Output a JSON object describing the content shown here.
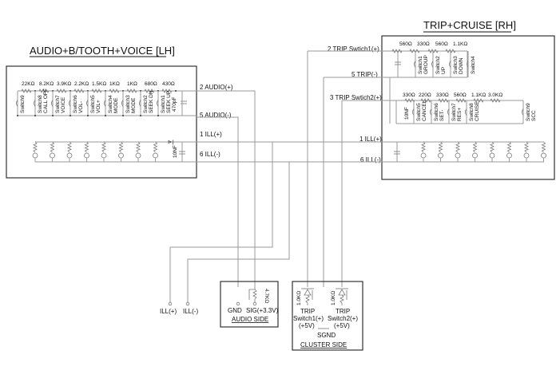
{
  "left_module": {
    "title": "AUDIO+B/TOOTH+VOICE [LH]",
    "resistors": [
      "22KΩ",
      "8.2KΩ",
      "3.9KΩ",
      "2.2KΩ",
      "1.5KΩ",
      "1KΩ",
      "1KΩ",
      "680Ω",
      "430Ω"
    ],
    "switches": [
      {
        "name": "Switch9",
        "func": ""
      },
      {
        "name": "Switch8",
        "func": "CALL OFF"
      },
      {
        "name": "Switch7",
        "func": "VOICE"
      },
      {
        "name": "Switch6",
        "func": "VOL-"
      },
      {
        "name": "Switch5",
        "func": "VOL+"
      },
      {
        "name": "Switch4",
        "func": "MODE"
      },
      {
        "name": "Switch3",
        "func": "MODE"
      },
      {
        "name": "Switch2",
        "func": "SEEK DN"
      },
      {
        "name": "Switch1",
        "func": "SEEK UP"
      }
    ],
    "capacitor_top": "470pF",
    "capacitor_bottom": "10NF",
    "pins": [
      "2 AUDIO(+)",
      "5 AUDIO(-)",
      "1 ILL(+)",
      "6 ILL(-)"
    ]
  },
  "right_module": {
    "title": "TRIP+CRUISE [RH]",
    "top_resistors": [
      "560Ω",
      "330Ω",
      "560Ω",
      "1.1KΩ"
    ],
    "top_switches": [
      {
        "name": "Switch1",
        "func": "GROUP"
      },
      {
        "name": "Switch2",
        "func": "UP"
      },
      {
        "name": "Switch3",
        "func": "DOWN"
      },
      {
        "name": "Switch4",
        "func": ""
      }
    ],
    "bottom_resistors": [
      "330Ω",
      "220Ω",
      "330Ω",
      "560Ω",
      "1.1KΩ",
      "3.0KΩ"
    ],
    "bottom_switches": [
      {
        "name": "Switch5",
        "func": "CANCEL"
      },
      {
        "name": "Switch6",
        "func": "SET-"
      },
      {
        "name": "Switch7",
        "func": "RES+"
      },
      {
        "name": "Switch8",
        "func": "CRUISE"
      },
      {
        "name": "Switch9",
        "func": "SCC"
      }
    ],
    "capacitor": "10NF",
    "pins": [
      "2 TRIP Swtich1(+)",
      "5 TRIP(-)",
      "3 TRIP Swtich2(+)",
      "1 ILL(+)",
      "6 ILL(-)"
    ]
  },
  "outputs": {
    "ill_plus": "ILL(+)",
    "ill_minus": "ILL(-)"
  },
  "audio_side": {
    "title": "AUDIO SIDE",
    "gnd": "GND",
    "sig": "SIG(+3.3V)",
    "resistor": "4.7KΩ"
  },
  "cluster_side": {
    "title": "CLUSTER SIDE",
    "resistor1": "1.0KΩ",
    "resistor2": "1.0KΩ",
    "trip1": [
      "TRIP",
      "Switch1(+)",
      "(+5V)"
    ],
    "trip2": [
      "TRIP",
      "Switch2(+)",
      "(+5V)"
    ],
    "sgnd": "SGND"
  }
}
